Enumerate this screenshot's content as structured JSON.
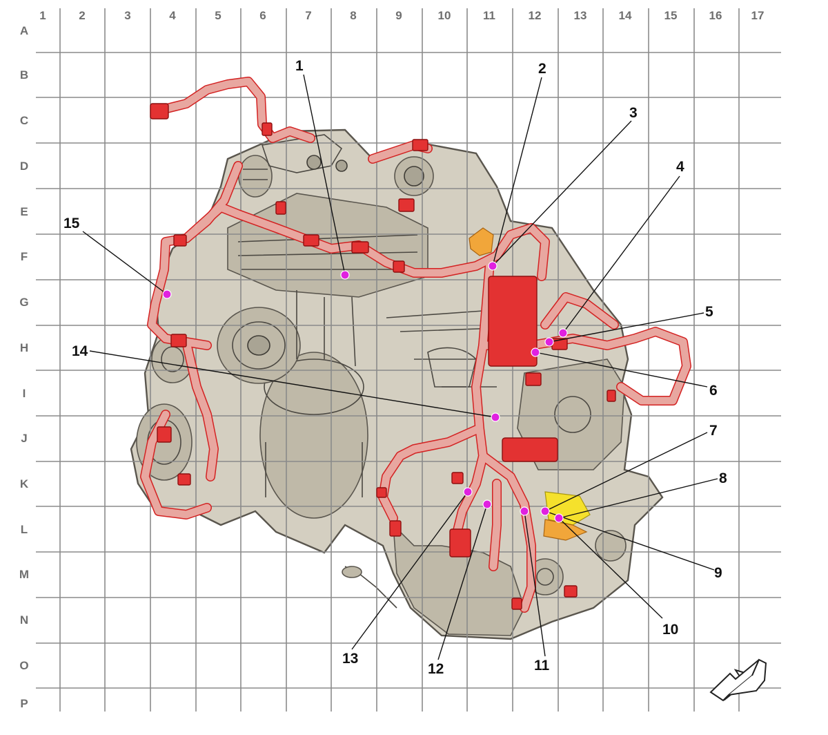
{
  "grid": {
    "columns": [
      "1",
      "2",
      "3",
      "4",
      "5",
      "6",
      "7",
      "8",
      "9",
      "10",
      "11",
      "12",
      "13",
      "14",
      "15",
      "16",
      "17"
    ],
    "rows": [
      "A",
      "B",
      "C",
      "D",
      "E",
      "F",
      "G",
      "H",
      "I",
      "J",
      "K",
      "L",
      "M",
      "N",
      "O",
      "P"
    ]
  },
  "callouts": [
    {
      "id": "1",
      "label": "1"
    },
    {
      "id": "2",
      "label": "2"
    },
    {
      "id": "3",
      "label": "3"
    },
    {
      "id": "4",
      "label": "4"
    },
    {
      "id": "5",
      "label": "5"
    },
    {
      "id": "6",
      "label": "6"
    },
    {
      "id": "7",
      "label": "7"
    },
    {
      "id": "8",
      "label": "8"
    },
    {
      "id": "9",
      "label": "9"
    },
    {
      "id": "10",
      "label": "10"
    },
    {
      "id": "11",
      "label": "11"
    },
    {
      "id": "12",
      "label": "12"
    },
    {
      "id": "13",
      "label": "13"
    },
    {
      "id": "14",
      "label": "14"
    },
    {
      "id": "15",
      "label": "15"
    }
  ],
  "colors": {
    "harness": "#d32222",
    "harness_fill": "#e8a7a0",
    "engine": "#d4cfc1",
    "grid": "#8a8a8a",
    "marker": "#e021e0",
    "highlight_orange": "#f1a63a",
    "highlight_yellow": "#f5e12c"
  },
  "icons": {
    "direction": "front-direction-arrow-icon"
  }
}
